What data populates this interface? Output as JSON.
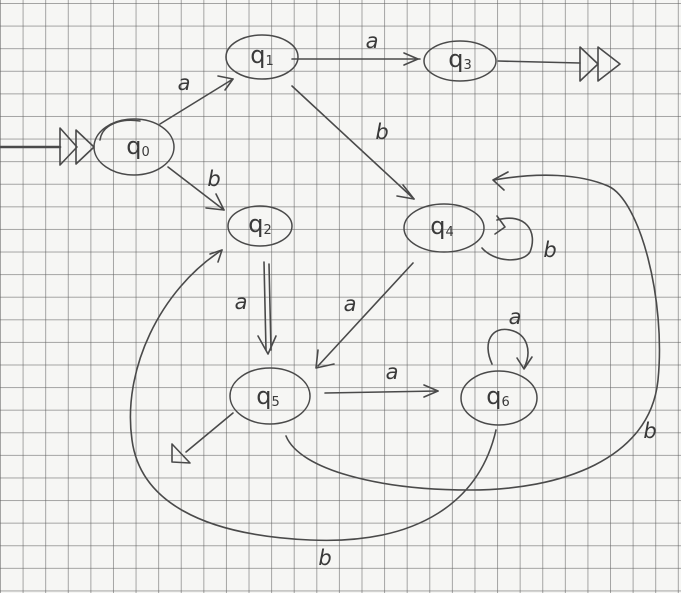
{
  "states": [
    {
      "id": "q0",
      "name": "q",
      "sub": "0"
    },
    {
      "id": "q1",
      "name": "q",
      "sub": "1"
    },
    {
      "id": "q2",
      "name": "q",
      "sub": "2"
    },
    {
      "id": "q3",
      "name": "q",
      "sub": "3"
    },
    {
      "id": "q4",
      "name": "q",
      "sub": "4"
    },
    {
      "id": "q5",
      "name": "q",
      "sub": "5"
    },
    {
      "id": "q6",
      "name": "q",
      "sub": "6"
    }
  ],
  "initial_state": "q0",
  "final_states": [
    "q3",
    "q5"
  ],
  "transitions": [
    {
      "from": "q0",
      "to": "q1",
      "label": "a"
    },
    {
      "from": "q0",
      "to": "q2",
      "label": "b"
    },
    {
      "from": "q1",
      "to": "q3",
      "label": "a"
    },
    {
      "from": "q1",
      "to": "q4",
      "label": "b"
    },
    {
      "from": "q4",
      "to": "q4",
      "label": "b"
    },
    {
      "from": "q2",
      "to": "q5",
      "label": "a"
    },
    {
      "from": "q4",
      "to": "q5",
      "label": "a"
    },
    {
      "from": "q5",
      "to": "q6",
      "label": "a"
    },
    {
      "from": "q6",
      "to": "q6",
      "label": "a"
    },
    {
      "from": "q5",
      "to": "q4",
      "label": "b"
    },
    {
      "from": "q6",
      "to": "q2",
      "label": "b"
    }
  ],
  "colors": {
    "ink": "#4a4a4a",
    "paper": "#f6f6f4"
  }
}
